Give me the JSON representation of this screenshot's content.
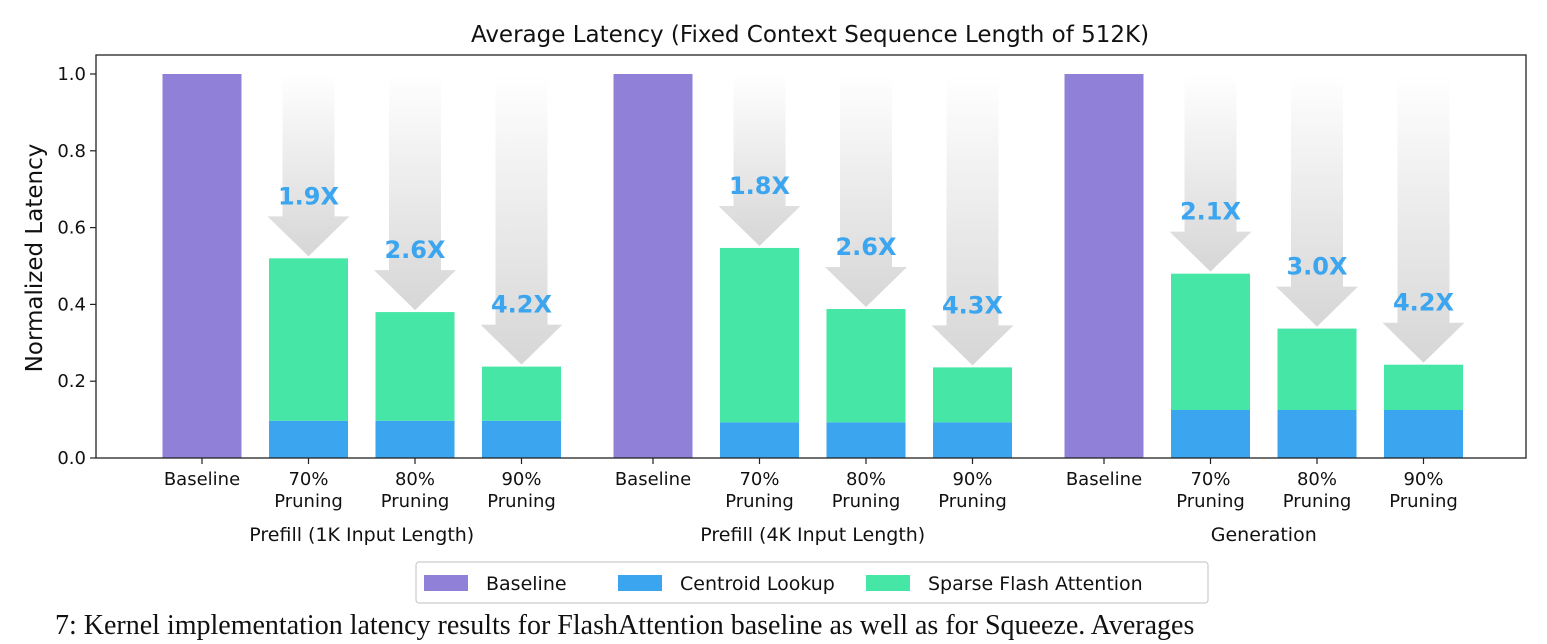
{
  "chart_data": {
    "type": "bar",
    "title": "Average Latency (Fixed Context Sequence Length of 512K)",
    "ylabel": "Normalized Latency",
    "xlabel": "",
    "ylim": [
      0,
      1.0
    ],
    "yticks": [
      "0.0",
      "0.2",
      "0.4",
      "0.6",
      "0.8",
      "1.0"
    ],
    "stacked": true,
    "grid": false,
    "legend_position": "bottom-center",
    "colors": {
      "Baseline": "#9180d8",
      "Centroid Lookup": "#3ba5ef",
      "Sparse Flash Attention": "#45e6a6",
      "speedup_text": "#3ba5ef",
      "arrow": "#d9d9d9"
    },
    "series": [
      {
        "name": "Baseline",
        "values": [
          1.0,
          0,
          0,
          0,
          1.0,
          0,
          0,
          0,
          1.0,
          0,
          0,
          0
        ]
      },
      {
        "name": "Centroid Lookup",
        "values": [
          0,
          0.097,
          0.097,
          0.097,
          0,
          0.093,
          0.093,
          0.093,
          0,
          0.125,
          0.125,
          0.125
        ]
      },
      {
        "name": "Sparse Flash Attention",
        "values": [
          0,
          0.423,
          0.283,
          0.141,
          0,
          0.454,
          0.295,
          0.143,
          0,
          0.355,
          0.212,
          0.118
        ]
      }
    ],
    "groups": [
      {
        "label": "Prefill (1K Input Length)",
        "bars": [
          {
            "label": [
              "Baseline"
            ],
            "baseline": 1.0
          },
          {
            "label": [
              "70%",
              "Pruning"
            ],
            "centroid": 0.097,
            "sparse": 0.423,
            "speedup": "1.9X"
          },
          {
            "label": [
              "80%",
              "Pruning"
            ],
            "centroid": 0.097,
            "sparse": 0.283,
            "speedup": "2.6X"
          },
          {
            "label": [
              "90%",
              "Pruning"
            ],
            "centroid": 0.097,
            "sparse": 0.141,
            "speedup": "4.2X"
          }
        ]
      },
      {
        "label": "Prefill (4K Input Length)",
        "bars": [
          {
            "label": [
              "Baseline"
            ],
            "baseline": 1.0
          },
          {
            "label": [
              "70%",
              "Pruning"
            ],
            "centroid": 0.093,
            "sparse": 0.454,
            "speedup": "1.8X"
          },
          {
            "label": [
              "80%",
              "Pruning"
            ],
            "centroid": 0.093,
            "sparse": 0.295,
            "speedup": "2.6X"
          },
          {
            "label": [
              "90%",
              "Pruning"
            ],
            "centroid": 0.093,
            "sparse": 0.143,
            "speedup": "4.3X"
          }
        ]
      },
      {
        "label": "Generation",
        "bars": [
          {
            "label": [
              "Baseline"
            ],
            "baseline": 1.0
          },
          {
            "label": [
              "70%",
              "Pruning"
            ],
            "centroid": 0.125,
            "sparse": 0.355,
            "speedup": "2.1X"
          },
          {
            "label": [
              "80%",
              "Pruning"
            ],
            "centroid": 0.125,
            "sparse": 0.212,
            "speedup": "3.0X"
          },
          {
            "label": [
              "90%",
              "Pruning"
            ],
            "centroid": 0.125,
            "sparse": 0.118,
            "speedup": "4.2X"
          }
        ]
      }
    ],
    "legend": [
      "Baseline",
      "Centroid Lookup",
      "Sparse Flash Attention"
    ]
  },
  "caption": "7: Kernel implementation latency results for FlashAttention baseline as well as for Squeeze. Averages"
}
